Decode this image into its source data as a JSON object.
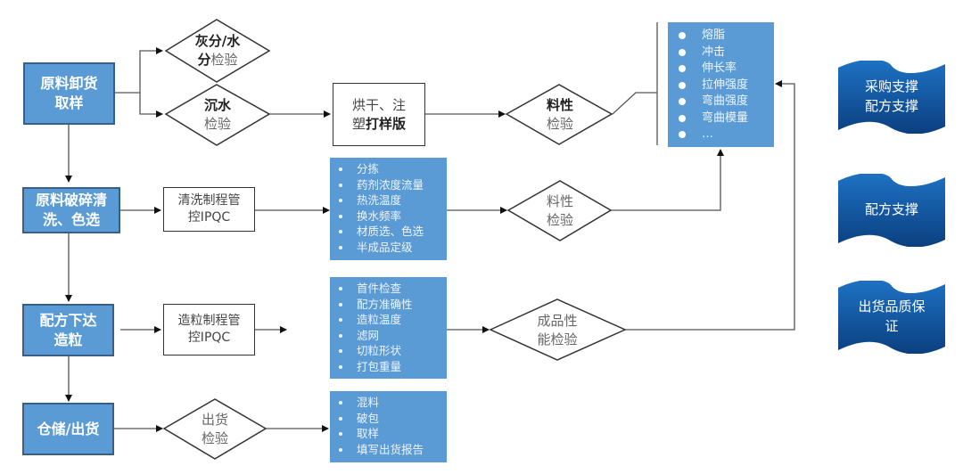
{
  "colors": {
    "box_fill": "#5b9bd5",
    "box_border": "#3a5f86",
    "banner_top": "#1e72c4",
    "banner_bottom": "#0b3f7f",
    "line": "#555555"
  },
  "process_steps": [
    {
      "id": "raw-unload",
      "line1": "原料卸货",
      "line2": "取样"
    },
    {
      "id": "crush-wash",
      "line1": "原料破碎清",
      "line2": "洗、色选"
    },
    {
      "id": "formula-pellet",
      "line1": "配方下达",
      "line2": "造粒"
    },
    {
      "id": "storage-ship",
      "line1": "仓储/出货",
      "line2": ""
    }
  ],
  "inspections": {
    "ash_moisture": {
      "bold": "灰分/水",
      "bold2": "分",
      "normal": "检验"
    },
    "sink_water": {
      "bold": "沉水",
      "normal": "检验"
    },
    "material_1": {
      "bold": "料性",
      "normal": "检验"
    },
    "material_2": {
      "line1": "料性",
      "line2": "检验"
    },
    "finished": {
      "line1": "成品性",
      "line2": "能检验"
    },
    "shipping": {
      "line1": "出货",
      "line2": "检验"
    }
  },
  "process_boxes": {
    "dry_mold": {
      "line1": "烘干、注",
      "line2_normal": "塑",
      "line2_bold": "打样版"
    },
    "wash_ipqc": {
      "line1": "清洗制程管",
      "line2": "控IPQC"
    },
    "pellet_ipqc": {
      "line1": "造粒制程管",
      "line2": "控IPQC"
    }
  },
  "lists": {
    "properties": [
      "熔脂",
      "冲击",
      "伸长率",
      "拉伸强度",
      "弯曲强度",
      "弯曲模量",
      "…"
    ],
    "wash_items": [
      "分拣",
      "药剂浓度流量",
      "热洗温度",
      "换水频率",
      "材质选、色选",
      "半成品定级"
    ],
    "pellet_items": [
      "首件检查",
      "配方准确性",
      "造粒温度",
      "滤网",
      "切粒形状",
      "打包重量"
    ],
    "ship_items": [
      "混料",
      "破包",
      "取样",
      "填写出货报告"
    ]
  },
  "banners": [
    {
      "line1": "采购支撑",
      "line2": "配方支撑"
    },
    {
      "line1": "配方支撑",
      "line2": ""
    },
    {
      "line1": "出货品质保",
      "line2": "证"
    }
  ]
}
